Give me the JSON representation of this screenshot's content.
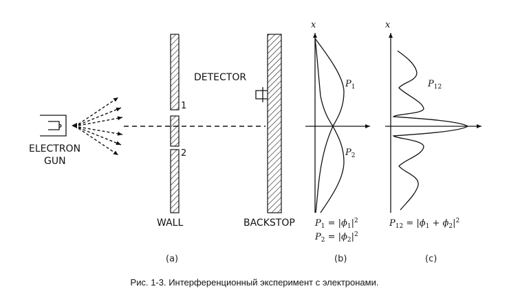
{
  "labels": {
    "electron_gun_line1": "ELECTRON",
    "electron_gun_line2": "GUN",
    "detector": "DETECTOR",
    "wall": "WALL",
    "backstop": "BACKSTOP",
    "hole1": "1",
    "hole2": "2",
    "axis_x_b": "x",
    "axis_x_c": "x"
  },
  "curves": {
    "p1_name": "P",
    "p1_sub": "1",
    "p2_name": "P",
    "p2_sub": "2",
    "p12_name": "P",
    "p12_sub": "12"
  },
  "formulas": {
    "b_line1": {
      "lhs": "P",
      "lhs_sub": "1",
      "eq": " = |",
      "phi": "ϕ",
      "phi_sub": "1",
      "close": "|",
      "sup": "2"
    },
    "b_line2": {
      "lhs": "P",
      "lhs_sub": "2",
      "eq": " = |",
      "phi": "ϕ",
      "phi_sub": "2",
      "close": "|",
      "sup": "2"
    },
    "c_line": {
      "lhs": "P",
      "lhs_sub": "12",
      "eq": " = |",
      "phi1": "ϕ",
      "phi1_sub": "1",
      "plus": " + ",
      "phi2": "ϕ",
      "phi2_sub": "2",
      "close": "|",
      "sup": "2"
    }
  },
  "panel_labels": {
    "a": "(a)",
    "b": "(b)",
    "c": "(c)"
  },
  "caption": "Рис. 1-3.    Интерференционный эксперимент с электронами."
}
